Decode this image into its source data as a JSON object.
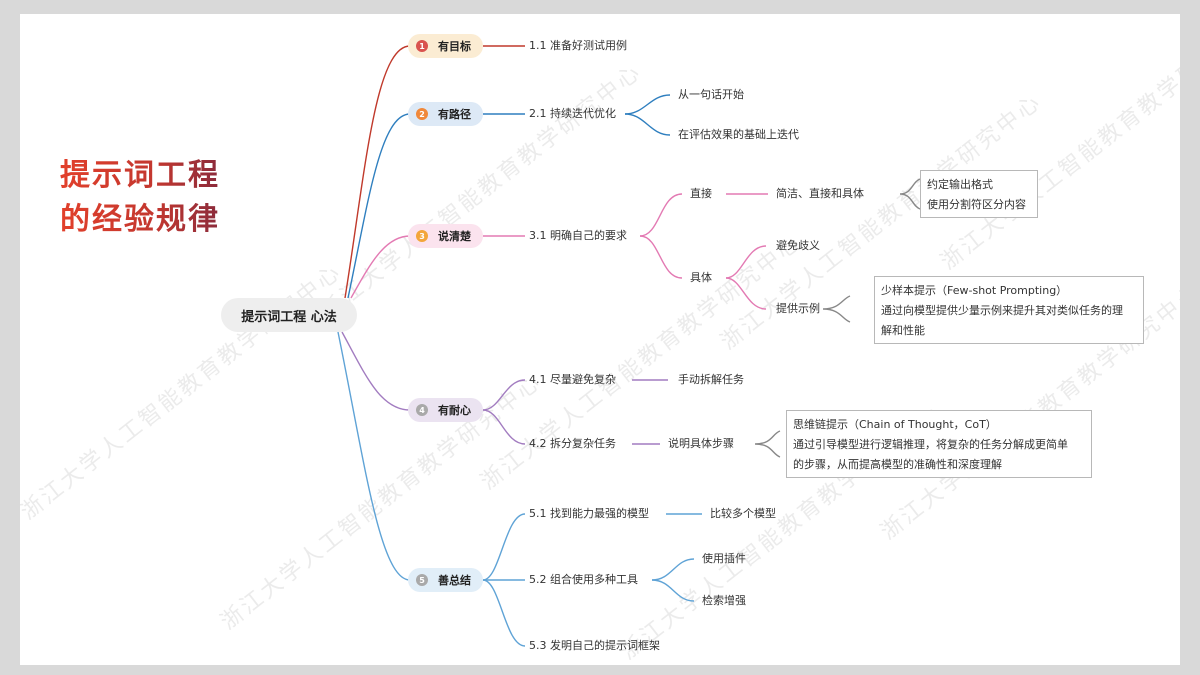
{
  "title_line1": "提示词工程",
  "title_line2": "的经验规律",
  "root": "提示词工程 心法",
  "watermark": "浙江大学人工智能教育教学研究中心",
  "branches": [
    {
      "num": "1",
      "label": "有目标",
      "color": "#d9534f",
      "bg": "#fbecd3",
      "children": [
        {
          "label": "1.1 准备好测试用例"
        }
      ]
    },
    {
      "num": "2",
      "label": "有路径",
      "color": "#f0883a",
      "bg": "#dde9f6",
      "children": [
        {
          "label": "2.1 持续迭代优化",
          "sub": [
            "从一句话开始",
            "在评估效果的基础上迭代"
          ]
        }
      ]
    },
    {
      "num": "3",
      "label": "说清楚",
      "color": "#f3a63a",
      "bg": "#fbe3ee",
      "children": [
        {
          "label": "3.1 明确自己的要求",
          "sub": [
            "直接",
            "具体"
          ],
          "zhijie": "简洁、直接和具体",
          "zhijie_notes": [
            "约定输出格式",
            "使用分割符区分内容"
          ],
          "juti": [
            "避免歧义",
            "提供示例"
          ],
          "example_note": [
            "少样本提示（Few-shot Prompting）",
            "通过向模型提供少量示例来提升其对类似任务的理",
            "解和性能"
          ]
        }
      ]
    },
    {
      "num": "4",
      "label": "有耐心",
      "color": "#a9a9a9",
      "bg": "#ebe3f1",
      "children": [
        {
          "label": "4.1 尽量避免复杂",
          "sub": [
            "手动拆解任务"
          ]
        },
        {
          "label": "4.2 拆分复杂任务",
          "sub": [
            "说明具体步骤"
          ],
          "cot_note": [
            "思维链提示（Chain of Thought，CoT）",
            "通过引导模型进行逻辑推理，将复杂的任务分解成更简单",
            "的步骤，从而提高模型的准确性和深度理解"
          ]
        }
      ]
    },
    {
      "num": "5",
      "label": "善总结",
      "color": "#a9a9a9",
      "bg": "#e1eef8",
      "children": [
        {
          "label": "5.1 找到能力最强的模型",
          "sub": [
            "比较多个模型"
          ]
        },
        {
          "label": "5.2 组合使用多种工具",
          "sub": [
            "使用插件",
            "检索增强"
          ]
        },
        {
          "label": "5.3 发明自己的提示词框架"
        }
      ]
    }
  ]
}
